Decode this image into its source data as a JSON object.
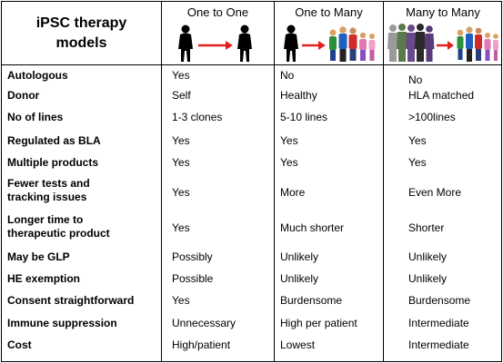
{
  "header": {
    "title_line1": "iPSC  therapy",
    "title_line2": "models",
    "col1": "One to One",
    "col2": "One to Many",
    "col3": "Many to Many"
  },
  "icons": {
    "col1": "silhouette-arrow-silhouette",
    "col2": "silhouette-arrow-family-group",
    "col3": "silhouette-crowd-arrow-family-group",
    "arrow_color": "#e02020"
  },
  "rows": [
    {
      "label": "Autologous",
      "c1": "Yes",
      "c2": "No",
      "c3": "No"
    },
    {
      "label": "Donor",
      "c1": "Self",
      "c2": "Healthy",
      "c3": "HLA matched"
    },
    {
      "label": "No of lines",
      "c1": "1-3 clones",
      "c2": "5-10 lines",
      "c3": ">100lines"
    },
    {
      "label": "Regulated as BLA",
      "c1": "Yes",
      "c2": "Yes",
      "c3": "Yes"
    },
    {
      "label": "Multiple products",
      "c1": "Yes",
      "c2": "Yes",
      "c3": "Yes"
    },
    {
      "label": "Fewer tests and",
      "label2": "tracking issues",
      "c1": "Yes",
      "c2": "More",
      "c3": "Even More"
    },
    {
      "label": "Longer time to",
      "label2": "therapeutic product",
      "c1": "Yes",
      "c2": "Much shorter",
      "c3": "Shorter"
    },
    {
      "label": "May be GLP",
      "c1": "Possibly",
      "c2": "Unlikely",
      "c3": "Unlikely"
    },
    {
      "label": "HE exemption",
      "c1": "Possible",
      "c2": "Unlikely",
      "c3": "Unlikely"
    },
    {
      "label": "Consent straightforward",
      "c1": "Yes",
      "c2": "Burdensome",
      "c3": "Burdensome"
    },
    {
      "label": "Immune suppression",
      "c1": "Unnecessary",
      "c2": "High per patient",
      "c3": "Intermediate"
    },
    {
      "label": "Cost",
      "c1": "High/patient",
      "c2": "Lowest",
      "c3": "Intermediate"
    }
  ]
}
